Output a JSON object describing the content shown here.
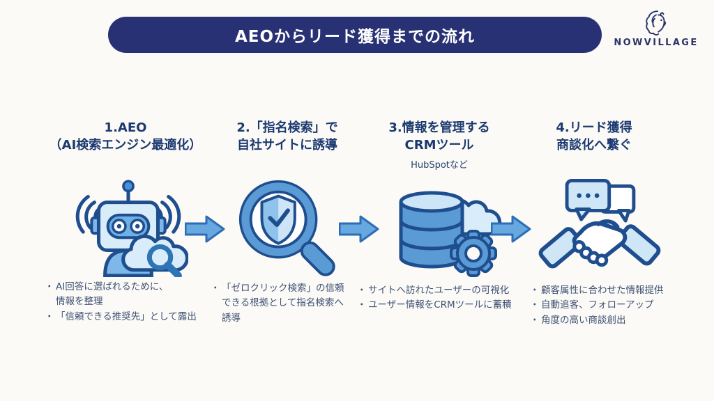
{
  "header": {
    "title": "AEOからリード獲得までの流れ"
  },
  "logo": {
    "company": "NOWVILLAGE",
    "icon": "lion-icon"
  },
  "ui": {
    "bullet_marker": "・"
  },
  "steps": [
    {
      "title": "1.AEO\n（AI検索エンジン最適化）",
      "icon": "ai-robot-search-icon",
      "bullets": [
        "AI回答に選ばれるために、\n情報を整理",
        "「信頼できる推奨先」として露出"
      ]
    },
    {
      "title": "2.「指名検索」で\n自社サイトに誘導",
      "icon": "shield-magnifier-icon",
      "bullets": [
        "「ゼロクリック検索」の信頼\nできる根拠として指名検索へ\n誘導"
      ]
    },
    {
      "title": "3.情報を管理する\nCRMツール",
      "subtitle": "HubSpotなど",
      "icon": "crm-database-cloud-gear-icon",
      "bullets": [
        "サイトへ訪れたユーザーの可視化",
        "ユーザー情報をCRMツールに蓄積"
      ]
    },
    {
      "title": "4.リード獲得\n商談化へ繋ぐ",
      "icon": "handshake-chat-icon",
      "bullets": [
        "顧客属性に合わせた情報提供",
        "自動追客、フォローアップ",
        "角度の高い商談創出"
      ]
    }
  ],
  "colors": {
    "background": "#fbfaf7",
    "banner": "#283173",
    "banner_text": "#ffffff",
    "heading_text": "#1c3a70",
    "bullet_text": "#3e5173",
    "icon_light_blue": "#cfe6f7",
    "icon_mid_blue": "#5b9bd5",
    "icon_dark_outline": "#1f4e8f",
    "arrow_fill": "#68a8e0",
    "arrow_stroke": "#2e6db4",
    "logo_navy": "#2b3566"
  }
}
